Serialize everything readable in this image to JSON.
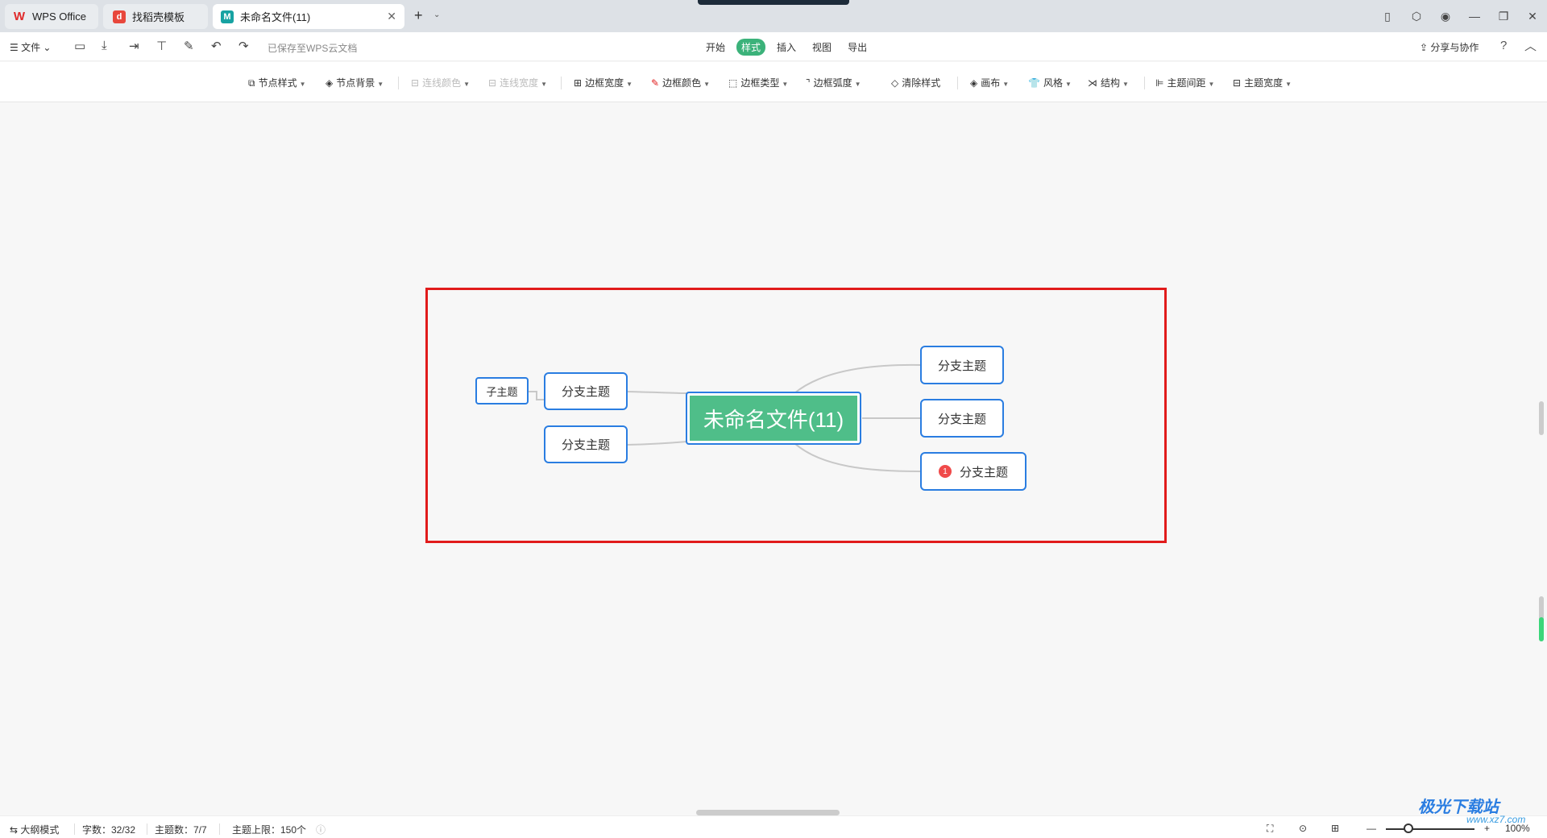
{
  "titlebar": {
    "tabs": [
      {
        "label": "WPS Office",
        "icon": "wps-logo-icon"
      },
      {
        "label": "找稻壳模板",
        "icon": "docer-icon"
      },
      {
        "label": "未命名文件(11)",
        "icon": "mindmap-file-icon"
      }
    ],
    "close_glyph": "✕",
    "new_tab_glyph": "+",
    "new_tab_arrow": "⌄",
    "window_icons": [
      "▯",
      "⬡",
      "◉",
      "—",
      "❐",
      "✕"
    ]
  },
  "menubar": {
    "file_label": "☰ 文件 ⌄",
    "saved_text": "已保存至WPS云文档",
    "tabs": [
      "开始",
      "样式",
      "插入",
      "视图",
      "导出"
    ],
    "active_tab": "样式",
    "share_label": "分享与协作",
    "help_glyph": "?",
    "collapse_glyph": "︿"
  },
  "toolbar": {
    "items": [
      {
        "label": "节点样式",
        "icon": "⧉"
      },
      {
        "label": "节点背景",
        "icon": "◈"
      },
      {
        "label": "连线颜色",
        "icon": "⊟"
      },
      {
        "label": "连线宽度",
        "icon": "⊟"
      },
      {
        "label": "边框宽度",
        "icon": "⊞"
      },
      {
        "label": "边框颜色",
        "icon": "✎"
      },
      {
        "label": "边框类型",
        "icon": "⬚"
      },
      {
        "label": "边框弧度",
        "icon": "⌝"
      },
      {
        "label": "清除样式",
        "icon": "◇"
      },
      {
        "label": "画布",
        "icon": "◈"
      },
      {
        "label": "风格",
        "icon": "👕"
      },
      {
        "label": "结构",
        "icon": "⋊"
      },
      {
        "label": "主题间距",
        "icon": "⊫"
      },
      {
        "label": "主题宽度",
        "icon": "⊟"
      }
    ]
  },
  "mindmap": {
    "root": "未命名文件(11)",
    "left_branches": [
      "分支主题",
      "分支主题"
    ],
    "sub_topic": "子主题",
    "right_branches": [
      "分支主题",
      "分支主题",
      "分支主题"
    ],
    "badge": "1"
  },
  "status": {
    "outline_mode": "大纲模式",
    "word_count": "字数：32/32",
    "topic_count": "主题数：7/7",
    "topic_limit": "主题上限：150个",
    "zoom": "100%",
    "zoom_minus": "—",
    "zoom_plus": "+"
  },
  "watermark": {
    "text": "极光下载站",
    "url": "www.xz7.com"
  },
  "colors": {
    "accent": "#3bb27a",
    "node_border": "#2a7de1",
    "root_fill": "#4fbe89",
    "highlight": "#e11b1b"
  }
}
